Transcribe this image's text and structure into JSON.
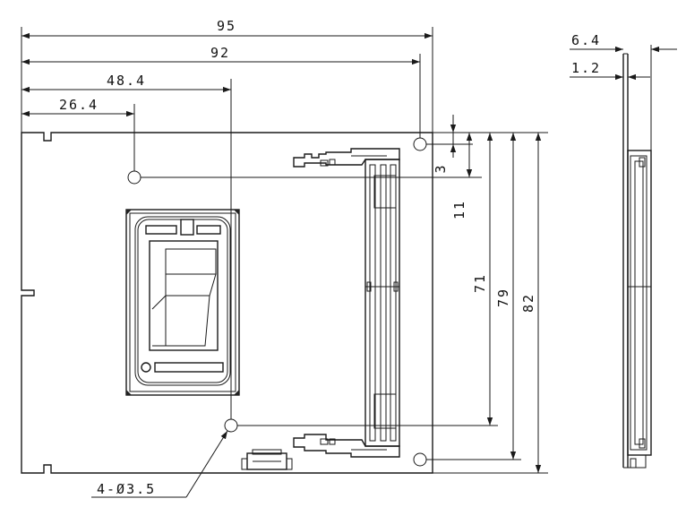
{
  "dimensions": {
    "width_95": "95",
    "width_92": "92",
    "width_48_4": "48.4",
    "width_26_4": "26.4",
    "thickness_6_4": "6.4",
    "thickness_1_2": "1.2",
    "height_3": "3",
    "height_11": "11",
    "height_71": "71",
    "height_79": "79",
    "height_82": "82",
    "holes": "4-Ø3.5"
  },
  "colors": {
    "line": "#1a1a1a",
    "background": "#ffffff"
  }
}
